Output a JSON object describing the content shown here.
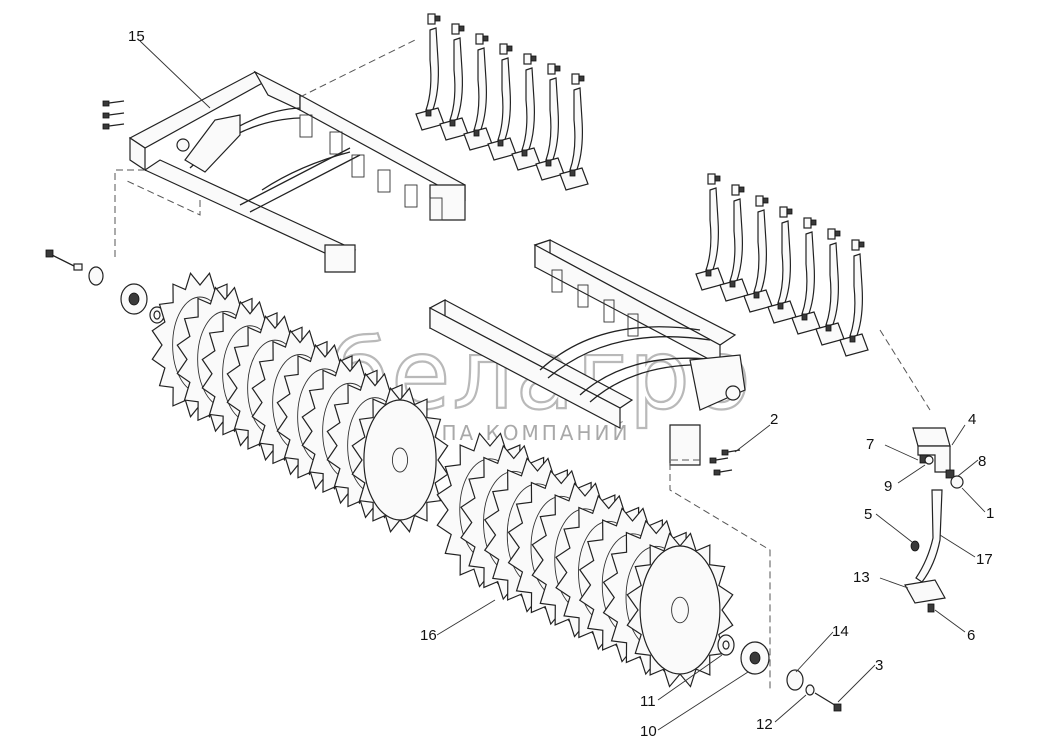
{
  "diagram": {
    "callouts": [
      {
        "id": "15",
        "label": "15"
      },
      {
        "id": "2",
        "label": "2"
      },
      {
        "id": "4",
        "label": "4"
      },
      {
        "id": "7",
        "label": "7"
      },
      {
        "id": "8",
        "label": "8"
      },
      {
        "id": "9",
        "label": "9"
      },
      {
        "id": "1",
        "label": "1"
      },
      {
        "id": "5",
        "label": "5"
      },
      {
        "id": "17",
        "label": "17"
      },
      {
        "id": "13",
        "label": "13"
      },
      {
        "id": "6",
        "label": "6"
      },
      {
        "id": "16",
        "label": "16"
      },
      {
        "id": "14",
        "label": "14"
      },
      {
        "id": "3",
        "label": "3"
      },
      {
        "id": "11",
        "label": "11"
      },
      {
        "id": "10",
        "label": "10"
      },
      {
        "id": "12",
        "label": "12"
      }
    ]
  },
  "watermark": {
    "brand": "белагро",
    "tagline": "ГРУППА КОМПАНИЙ"
  },
  "colors": {
    "line": "#222222",
    "watermark": "#b9b9b9",
    "background": "#ffffff"
  }
}
